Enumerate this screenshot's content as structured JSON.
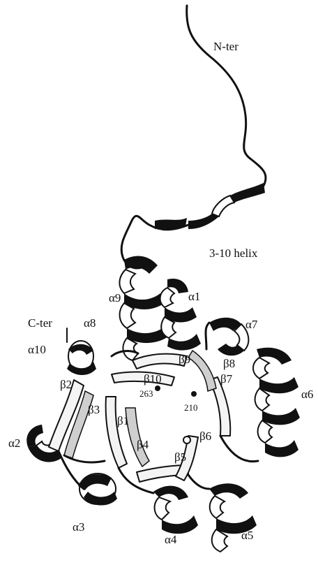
{
  "figure": {
    "labels": {
      "n_ter": "N-ter",
      "c_ter": "C-ter",
      "helix_3_10": "3-10 helix",
      "a1": "α1",
      "a2": "α2",
      "a3": "α3",
      "a4": "α4",
      "a5": "α5",
      "a6": "α6",
      "a7": "α7",
      "a8": "α8",
      "a9": "α9",
      "a10": "α10",
      "b1": "β1",
      "b2": "β2",
      "b3": "β3",
      "b4": "β4",
      "b5": "β5",
      "b6": "β6",
      "b7": "β7",
      "b8": "β8",
      "b9": "β9",
      "b10": "β10",
      "res_263": "263",
      "res_210": "210"
    }
  }
}
